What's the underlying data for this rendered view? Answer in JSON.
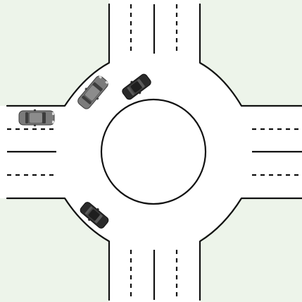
{
  "colors": {
    "background": "#edf4ea",
    "road_line": "#111111",
    "car_gray": "#7d7d7d",
    "car_dark": "#2b2b2b"
  },
  "roundabout": {
    "type": "four-way roundabout",
    "approaches": [
      "north",
      "south",
      "east",
      "west"
    ],
    "central_island": "circle"
  },
  "vehicles": [
    {
      "id": "car-west-approach",
      "color": "gray",
      "heading": "east"
    },
    {
      "id": "car-ring-northwest",
      "color": "gray",
      "heading": "northeast"
    },
    {
      "id": "car-ring-north",
      "color": "dark",
      "heading": "northeast"
    },
    {
      "id": "car-ring-southwest",
      "color": "dark",
      "heading": "southeast"
    }
  ]
}
